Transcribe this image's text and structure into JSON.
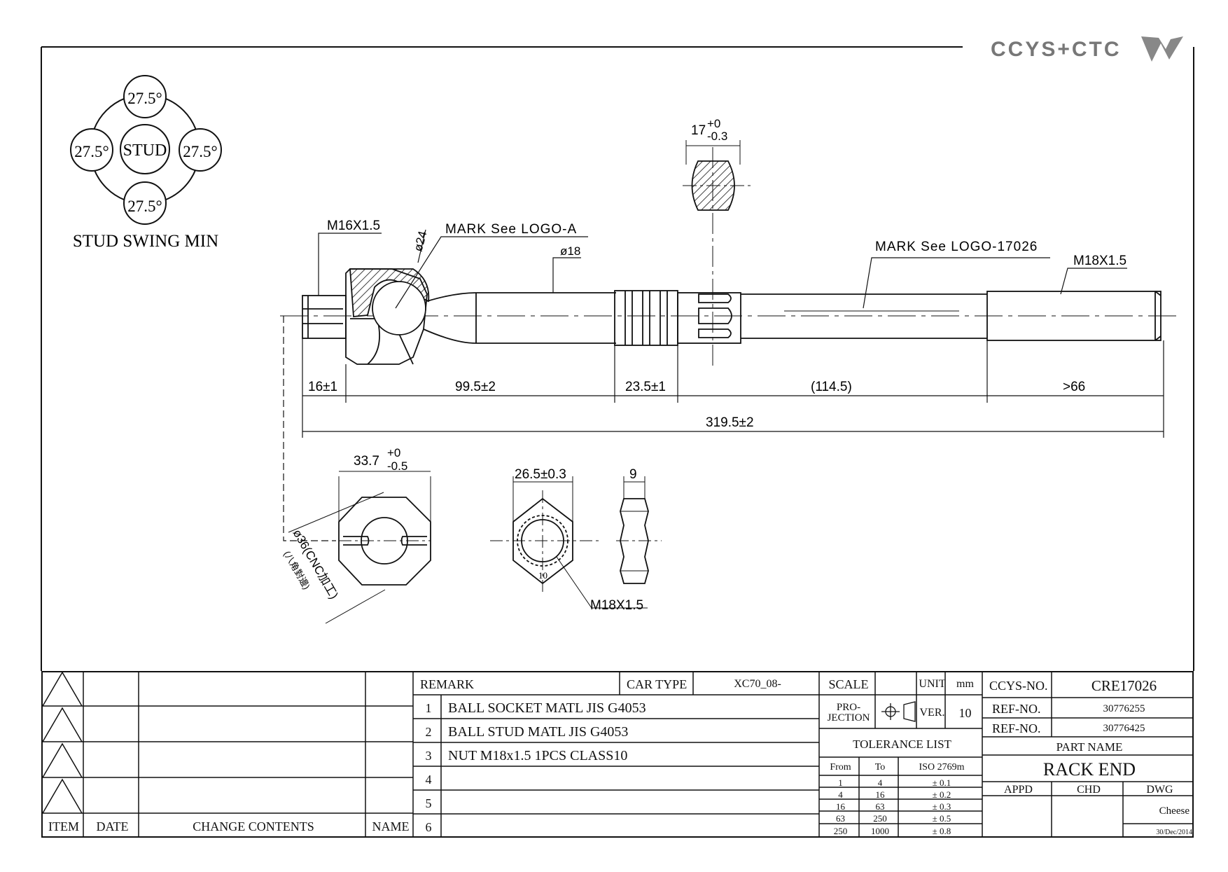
{
  "brand": {
    "logo_text": "CCYS+CTC"
  },
  "stud_swing": {
    "center_label": "STUD",
    "angles": [
      "27.5°",
      "27.5°",
      "27.5°",
      "27.5°"
    ],
    "caption": "STUD SWING MIN"
  },
  "dimensions": {
    "thread_left": "M16X1.5",
    "socket_dia": "ø24",
    "mark_a": "MARK See LOGO-A",
    "shaft_dia": "ø18",
    "section_width": "17",
    "section_tol_upper": "+0",
    "section_tol_lower": "-0.3",
    "mark_b": "MARK See LOGO-17026",
    "thread_right": "M18X1.5",
    "seg1": "16±1",
    "seg2": "99.5±2",
    "seg3": "23.5±1",
    "seg4": "(114.5)",
    "seg5": ">66",
    "overall": "319.5±2",
    "hex_width": "33.7",
    "hex_tol_upper": "+0",
    "hex_tol_lower": "-0.5",
    "cnc_note": "ø36(CNC加工)",
    "cnc_note2": "(八角對邊)",
    "nut_width": "26.5±0.3",
    "nut_thick": "9",
    "nut_thread": "M18X1.5",
    "nut_mark": "10"
  },
  "revisions": {
    "headers": {
      "item": "ITEM",
      "date": "DATE",
      "change": "CHANGE CONTENTS",
      "name": "NAME"
    }
  },
  "remarks": {
    "remark_label": "REMARK",
    "car_type_label": "CAR TYPE",
    "car_type": "XC70_08-",
    "items": [
      {
        "no": "1",
        "text": "BALL SOCKET MATL JIS G4053"
      },
      {
        "no": "2",
        "text": "BALL STUD MATL JIS G4053"
      },
      {
        "no": "3",
        "text": "NUT M18x1.5 1PCS CLASS10"
      },
      {
        "no": "4",
        "text": ""
      },
      {
        "no": "5",
        "text": ""
      },
      {
        "no": "6",
        "text": ""
      }
    ]
  },
  "meta": {
    "scale_label": "SCALE",
    "scale_value": "",
    "unit_label": "UNIT",
    "unit_value": "mm",
    "projection_label": "PRO-\nJECTION",
    "ver_label": "VER.",
    "ver_value": "10",
    "tolerance_title": "TOLERANCE LIST",
    "tol_headers": [
      "From",
      "To",
      "ISO 2769m"
    ],
    "tol_rows": [
      [
        "1",
        "4",
        "± 0.1"
      ],
      [
        "4",
        "16",
        "± 0.2"
      ],
      [
        "16",
        "63",
        "± 0.3"
      ],
      [
        "63",
        "250",
        "± 0.5"
      ],
      [
        "250",
        "1000",
        "± 0.8"
      ]
    ],
    "ccys_no_label": "CCYS-NO.",
    "ccys_no": "CRE17026",
    "ref1_label": "REF-NO.",
    "ref1": "30776255",
    "ref2_label": "REF-NO.",
    "ref2": "30776425",
    "part_name_label": "PART NAME",
    "part_name": "RACK END",
    "appd_label": "APPD",
    "chd_label": "CHD",
    "dwg_label": "DWG",
    "dwg_name": "Cheese",
    "dwg_date": "30/Dec/2014"
  }
}
